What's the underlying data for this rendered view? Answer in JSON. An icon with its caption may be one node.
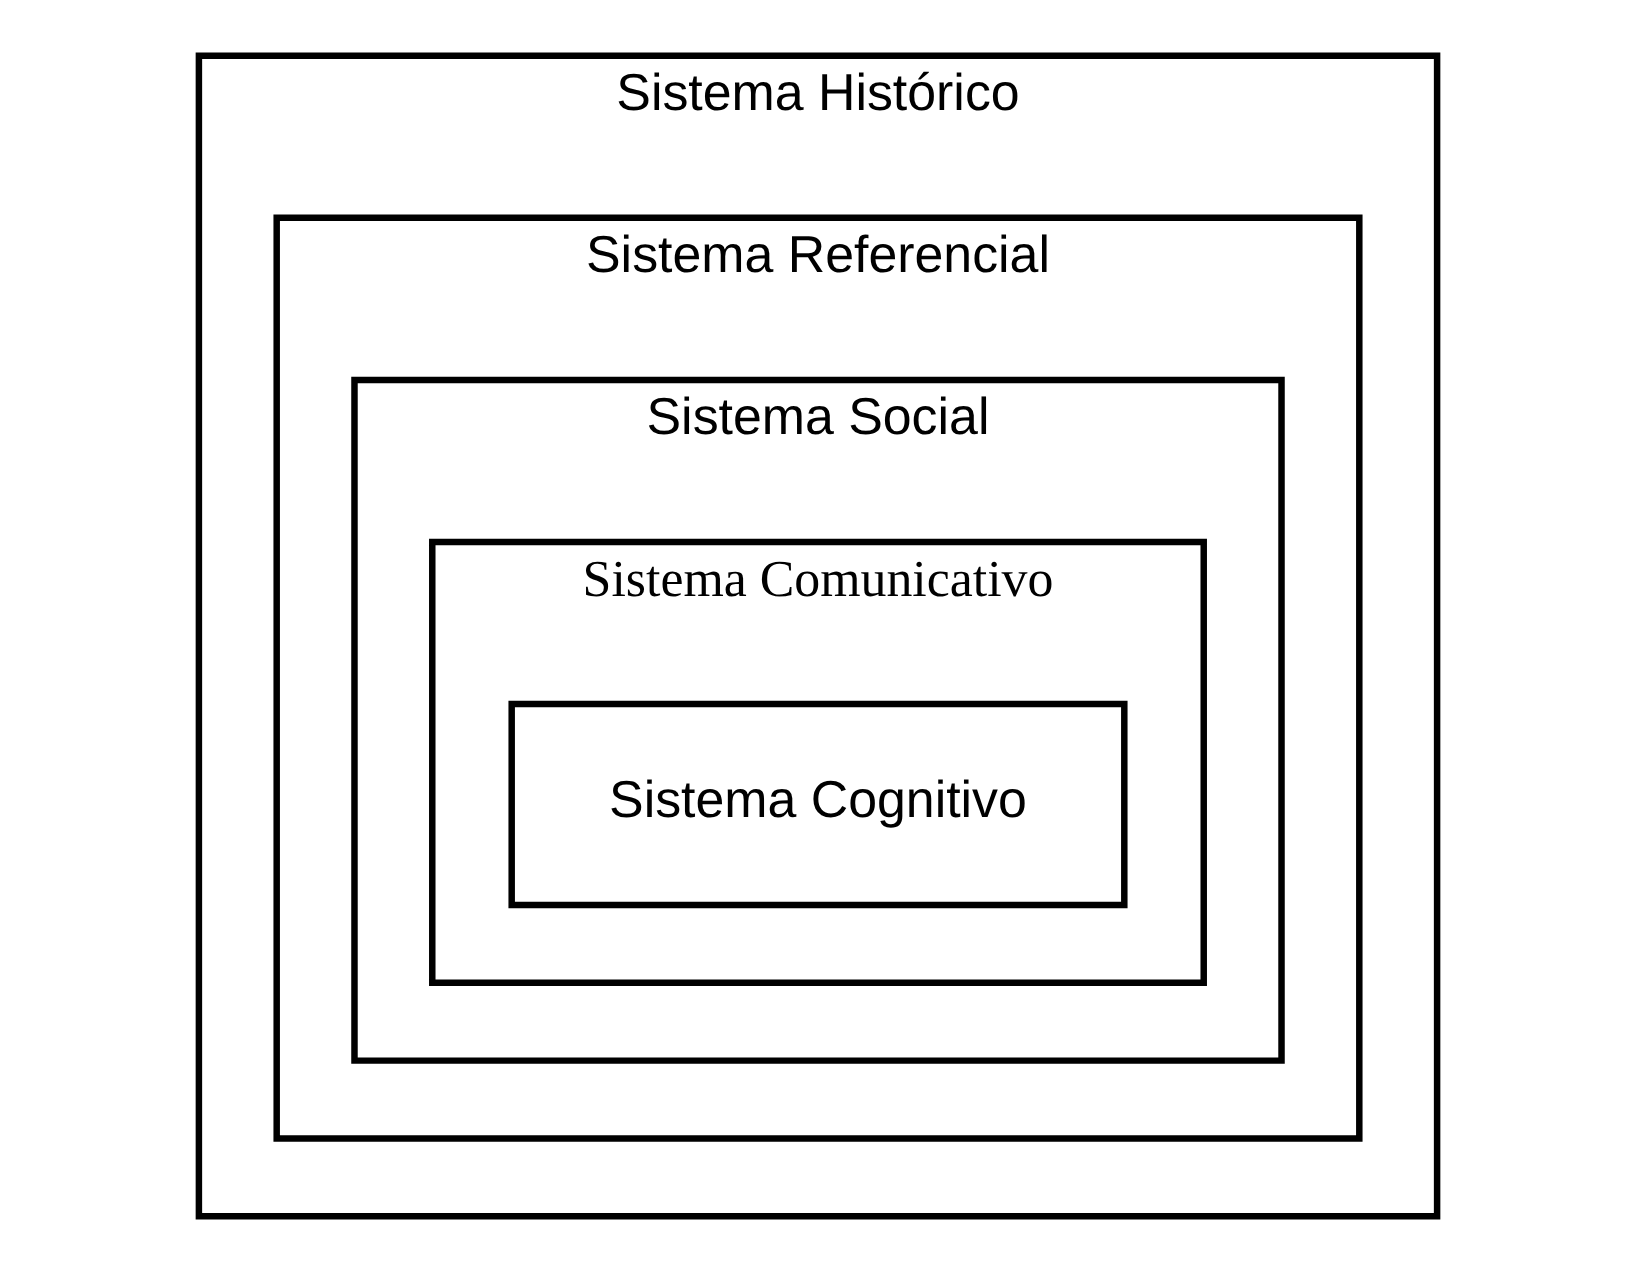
{
  "diagram": {
    "nodes": [
      {
        "text": [
          "Sistema Histórico"
        ]
      },
      {
        "text": [
          "Sistema Referencial"
        ],
        "in": 0
      },
      {
        "text": [
          "Sistema Social"
        ],
        "in": 1
      },
      {
        "text": [
          "Sistema Comunicativo"
        ],
        "in": 2
      },
      {
        "text": [
          "Sistema Cognitivo"
        ],
        "in": 3
      }
    ]
  }
}
